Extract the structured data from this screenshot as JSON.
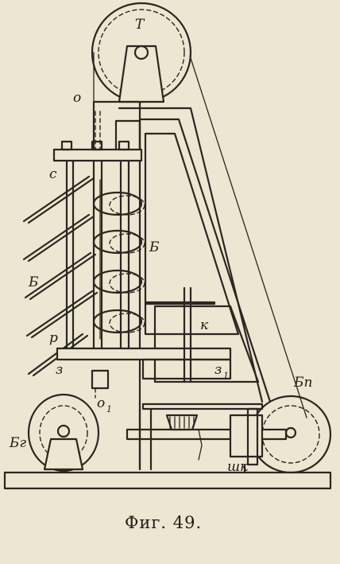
{
  "figure": {
    "caption": "Фиг. 49.",
    "labels": {
      "T": "Т",
      "o": "о",
      "c": "с",
      "B_mid": "Б",
      "B_left": "Б",
      "p": "р",
      "k": "к",
      "z": "з",
      "z1": "з",
      "z1_sub": "1",
      "o1": "о",
      "o1_sub": "1",
      "Bp": "Бп",
      "Bg": "Бг",
      "shk": "шк"
    }
  }
}
